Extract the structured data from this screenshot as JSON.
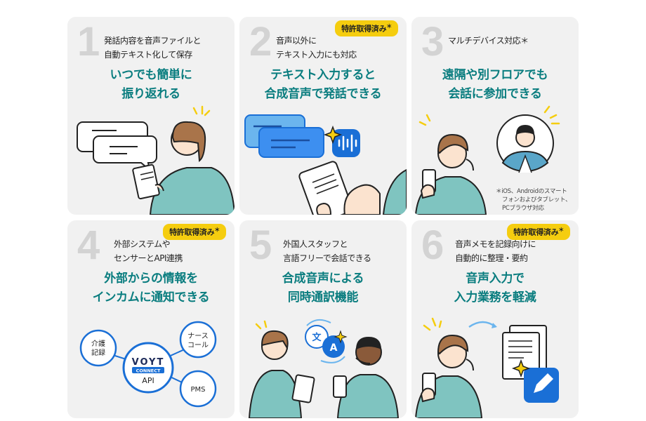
{
  "cards": [
    {
      "number": "1",
      "subtitle": [
        "発話内容を音声ファイルと",
        "自動テキスト化して保存"
      ],
      "headline": [
        "いつでも簡単に",
        "振り返れる"
      ],
      "badge": ""
    },
    {
      "number": "2",
      "subtitle": [
        "音声以外に",
        "テキスト入力にも対応"
      ],
      "headline": [
        "テキスト入力すると",
        "合成音声で発話できる"
      ],
      "badge": "特許取得済み"
    },
    {
      "number": "3",
      "subtitle": [
        "マルチデバイス対応＊"
      ],
      "headline": [
        "遠隔や別フロアでも",
        "会話に参加できる"
      ],
      "badge": "",
      "note": [
        "＊iOS、Androidのスマート",
        "フォンおよびタブレット、",
        "PCブラウザ対応"
      ]
    },
    {
      "number": "4",
      "subtitle": [
        "外部システムや",
        "センサーとAPI連携"
      ],
      "headline": [
        "外部からの情報を",
        "インカムに通知できる"
      ],
      "badge": "特許取得済み",
      "diagram": {
        "nodes": [
          "介護\n記録",
          "ナース\nコール",
          "PMS"
        ],
        "center_logo": "VOYT",
        "center_sub": "CONNECT",
        "center_api": "API"
      }
    },
    {
      "number": "5",
      "subtitle": [
        "外国人スタッフと",
        "言語フリーで会話できる"
      ],
      "headline": [
        "合成音声による",
        "同時通訳機能"
      ],
      "badge": "",
      "translate_icons": [
        "文",
        "A"
      ]
    },
    {
      "number": "6",
      "subtitle": [
        "音声メモを記録向けに",
        "自動的に整理・要約"
      ],
      "headline": [
        "音声入力で",
        "入力業務を軽減"
      ],
      "badge": "特許取得済み"
    }
  ],
  "badge_mark": "＊",
  "colors": {
    "card_bg": "#f1f1f1",
    "accent": "#0a7d7f",
    "badge": "#f5cd0f",
    "blue": "#1a6fd6",
    "teal_shirt": "#7fc4c0"
  }
}
